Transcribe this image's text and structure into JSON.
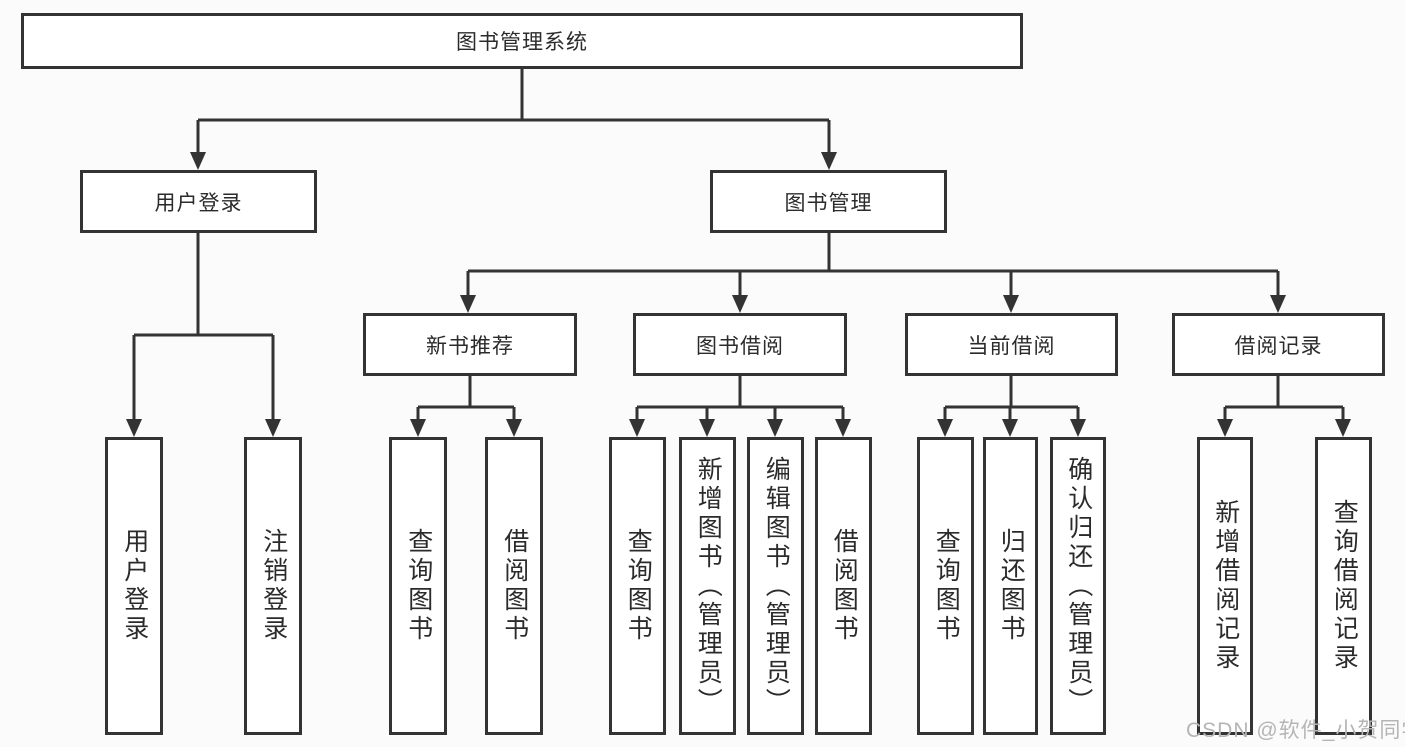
{
  "diagram": {
    "title": "图书管理系统",
    "user_branch": {
      "label": "用户登录",
      "children": [
        "用户登录",
        "注销登录"
      ]
    },
    "book_branch": {
      "label": "图书管理",
      "sections": [
        {
          "label": "新书推荐",
          "children": [
            "查询图书",
            "借阅图书"
          ]
        },
        {
          "label": "图书借阅",
          "children": [
            "查询图书",
            "新增图书（管理员）",
            "编辑图书（管理员）",
            "借阅图书"
          ]
        },
        {
          "label": "当前借阅",
          "children": [
            "查询图书",
            "归还图书",
            "确认归还（管理员）"
          ]
        },
        {
          "label": "借阅记录",
          "children": [
            "新增借阅记录",
            "查询借阅记录"
          ]
        }
      ]
    }
  },
  "watermark": "CSDN @软件_小贺同学",
  "colors": {
    "line": "#333333",
    "box_border": "#333333",
    "box_fill": "#ffffff",
    "text": "#2b2b2b",
    "watermark": "#b5b5b5",
    "background": "#fbfbfb"
  }
}
